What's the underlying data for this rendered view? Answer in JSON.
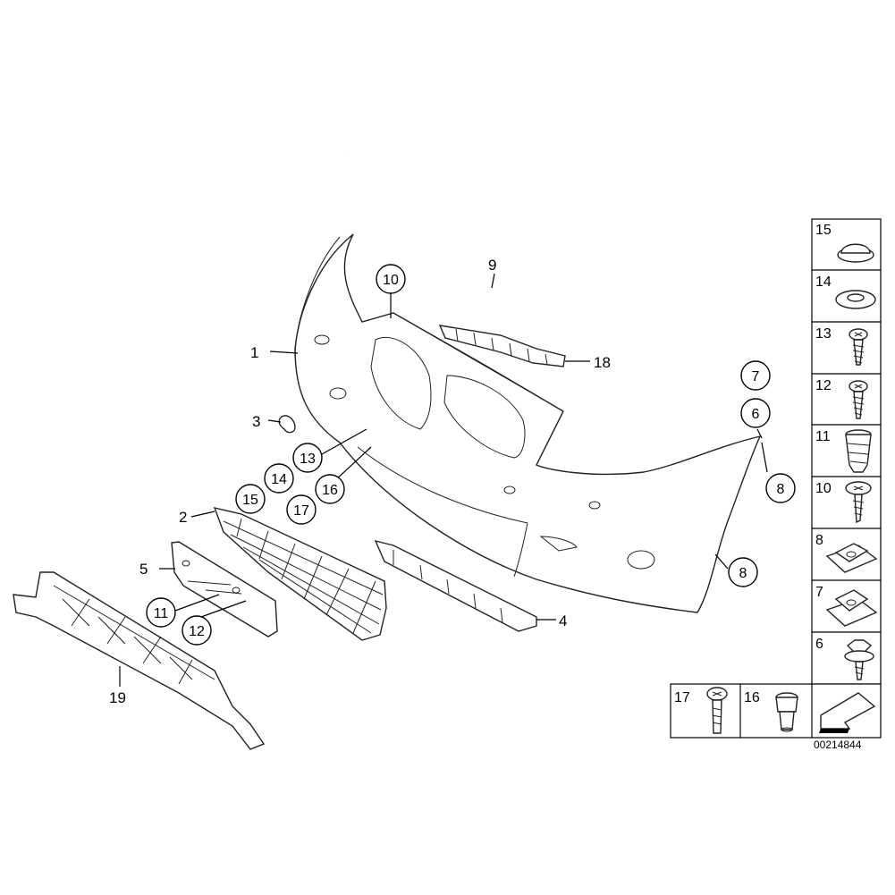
{
  "callouts": {
    "c1": "1",
    "c2": "2",
    "c3": "3",
    "c4": "4",
    "c5": "5",
    "c6": "6",
    "c7": "7",
    "c8a": "8",
    "c8b": "8",
    "c9": "9",
    "c10": "10",
    "c11": "11",
    "c12": "12",
    "c13": "13",
    "c14": "14",
    "c15": "15",
    "c16": "16",
    "c17": "17",
    "c18": "18",
    "c19": "19"
  },
  "side_panel": {
    "items": [
      "15",
      "14",
      "13",
      "12",
      "11",
      "10",
      "8",
      "7",
      "6"
    ],
    "bottom_items": [
      "17",
      "16"
    ]
  },
  "diagram_id": "00214844"
}
